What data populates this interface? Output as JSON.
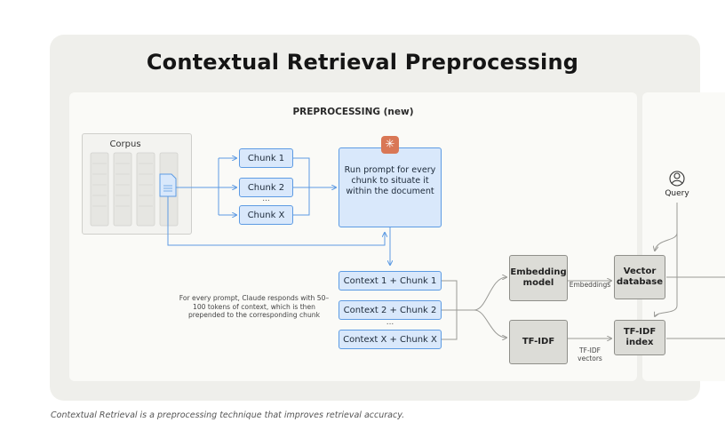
{
  "title": "Contextual Retrieval Preprocessing",
  "panel_label": "PREPROCESSING (new)",
  "corpus_label": "Corpus",
  "chunks": [
    "Chunk 1",
    "Chunk 2",
    "...",
    "Chunk X"
  ],
  "prompt_text": "Run prompt for every chunk to situate it within the document",
  "contexts": [
    "Context 1 + Chunk 1",
    "Context 2 + Chunk 2",
    "...",
    "Context X + Chunk X"
  ],
  "note": "For every prompt, Claude responds with 50–100 tokens of context, which is then prepended to the corresponding chunk",
  "embedding_model": "Embedding model",
  "embeddings_label": "Embeddings",
  "vector_database": "Vector database",
  "tfidf": "TF-IDF",
  "tfidf_vectors": "TF-IDF vectors",
  "tfidf_index": "TF-IDF index",
  "query_label": "Query",
  "caption": "Contextual Retrieval is a preprocessing technique that improves retrieval accuracy.",
  "colors": {
    "accent_blue": "#5d9be3",
    "box_blue": "#d9e8fb",
    "box_gray": "#dcdcd7",
    "claude": "#d97756"
  }
}
